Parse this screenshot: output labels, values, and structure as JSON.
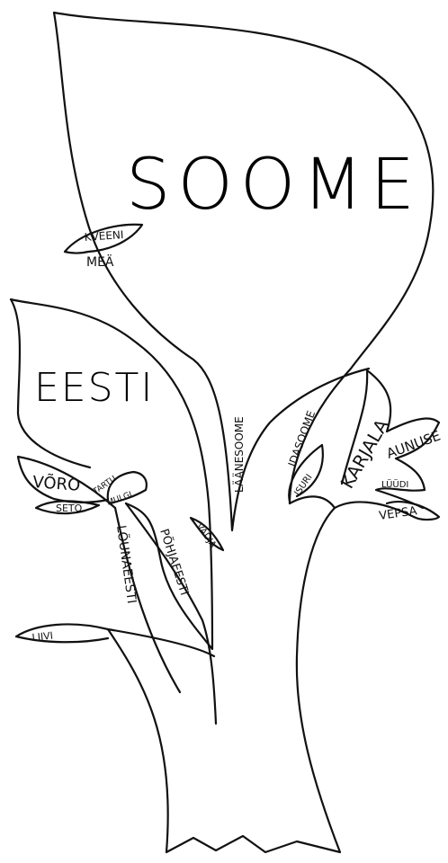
{
  "labels": {
    "soome": "SOOME",
    "eesti": "EESTI",
    "kveeni": "KVEENI",
    "mea": "MEÄ",
    "laanesoome": "LÄÄNESOOME",
    "idasoome": "IDASOOME",
    "karjala": "KARJALA",
    "aunuse": "AUNUSE",
    "luudi": "LÜÜDI",
    "vepsa": "VEPSA",
    "isuri": "ISURI",
    "vadja": "VADJA",
    "pohjaeesti": "PÕHJAEESTI",
    "lounaeesti": "LÕUNAEESTI",
    "voro": "VÕRO",
    "tartu": "TARTU",
    "mulgi": "MULGI",
    "seto": "SETO",
    "liivi": "LIIVI"
  }
}
